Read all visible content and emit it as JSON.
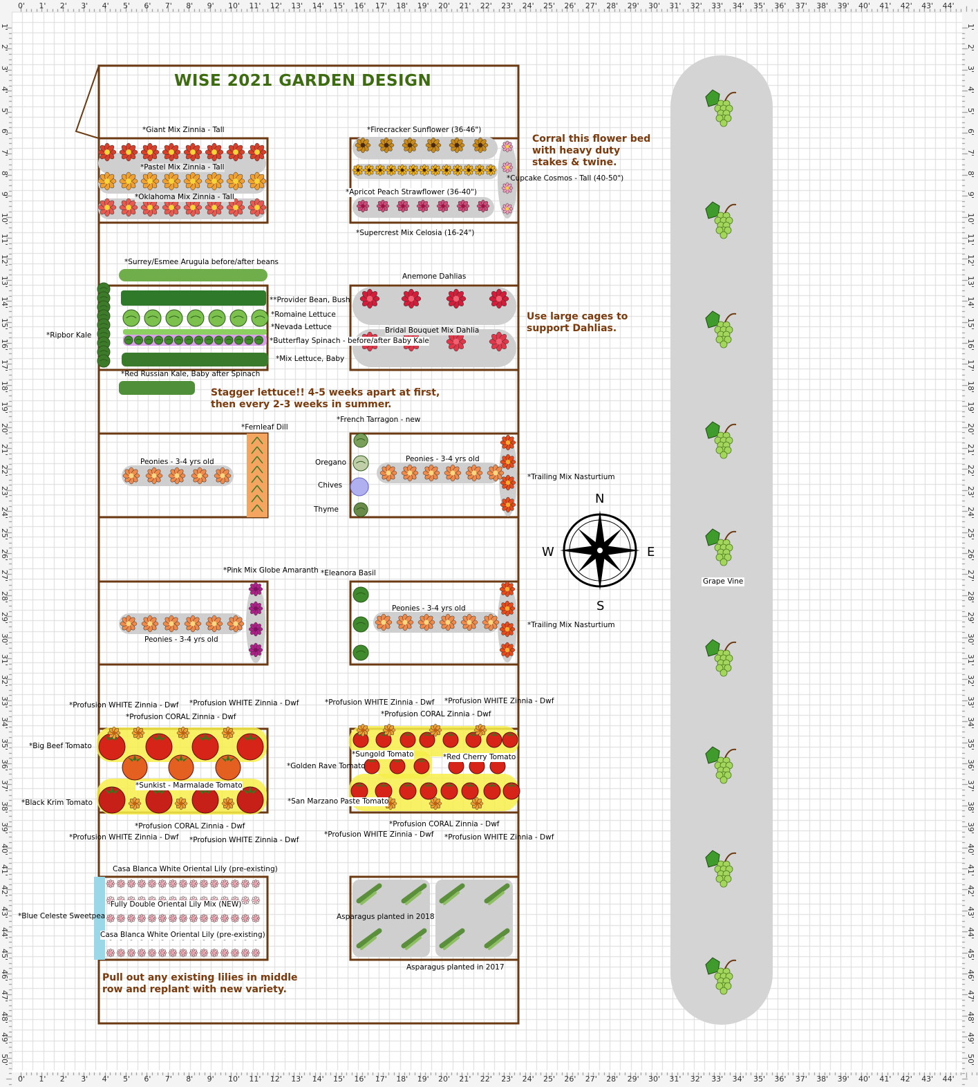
{
  "title": "WISE 2021 GARDEN DESIGN",
  "ruler": {
    "top": [
      "0'",
      "1'",
      "2'",
      "3'",
      "4'",
      "5'",
      "6'",
      "7'",
      "8'",
      "9'",
      "10'",
      "11'",
      "12'",
      "13'",
      "14'",
      "15'",
      "16'",
      "17'",
      "18'",
      "19'",
      "20'",
      "21'",
      "22'",
      "23'",
      "24'",
      "25'",
      "26'",
      "27'",
      "28'",
      "29'",
      "30'",
      "31'",
      "32'",
      "33'",
      "34'",
      "35'",
      "36'",
      "37'",
      "38'",
      "39'",
      "40'",
      "41'",
      "42'",
      "43'",
      "44'"
    ],
    "side": [
      "1'",
      "2'",
      "3'",
      "4'",
      "5'",
      "6'",
      "7'",
      "8'",
      "9'",
      "10'",
      "11'",
      "12'",
      "13'",
      "14'",
      "15'",
      "16'",
      "17'",
      "18'",
      "19'",
      "20'",
      "21'",
      "22'",
      "23'",
      "24'",
      "25'",
      "26'",
      "27'",
      "28'",
      "29'",
      "30'",
      "31'",
      "32'",
      "33'",
      "34'",
      "35'",
      "36'",
      "37'",
      "38'",
      "39'",
      "40'",
      "41'",
      "42'",
      "43'",
      "44'",
      "45'",
      "46'",
      "47'",
      "48'",
      "49'",
      "50'"
    ]
  },
  "labels": {
    "giant_zinnia": "*Giant Mix Zinnia - Tall",
    "pastel_zinnia": "*Pastel Mix Zinnia - Tall",
    "oklahoma_zinnia": "*Oklahoma Mix Zinnia - Tall",
    "firecracker": "*Firecracker Sunflower (36-46\")",
    "cupcake": "*Cupcake Cosmos - Tall (40-50\")",
    "strawflower": "*Apricot Peach Strawflower (36-40\")",
    "celosia": "*Supercrest Mix Celosia (16-24\")",
    "arugula": "*Surrey/Esmee Arugula before/after beans",
    "provider": "**Provider Bean, Bush",
    "romaine": "*Romaine Lettuce",
    "nevada": "*Nevada Lettuce",
    "spinach": "*Butterflay Spinach - before/after Baby Kale",
    "mix_lettuce": "*Mix Lettuce, Baby",
    "red_kale": "*Red Russian Kale, Baby after Spinach",
    "ripbor": "*Ripbor Kale",
    "anemone": "Anemone Dahlias",
    "bridal": "Bridal Bouquet Mix Dahlia",
    "tarragon": "*French Tarragon - new",
    "fernleaf": "*Fernleaf Dill",
    "oregano": "Oregano",
    "chives": "Chives",
    "thyme": "Thyme",
    "peonies": "Peonies - 3-4 yrs old",
    "nasturtium": "*Trailing Mix Nasturtium",
    "amaranth": "*Pink Mix Globe Amaranth",
    "basil": "*Eleanora Basil",
    "white_zinnia": "*Profusion WHITE Zinnia - Dwf",
    "coral_zinnia": "*Profusion CORAL Zinnia - Dwf",
    "big_beef": "*Big Beef Tomato",
    "black_krim": "*Black Krim Tomato",
    "sunkist": "*Sunkist - Marmalade Tomato",
    "sungold": "*Sungold Tomato",
    "golden_rave": "*Golden Rave Tomato",
    "red_cherry": "*Red Cherry Tomato",
    "san_marzano": "*San Marzano Paste Tomato",
    "casa_blanca": "Casa Blanca White Oriental Lily (pre-existing)",
    "fully_double": "Fully Double Oriental Lily Mix (NEW)",
    "sweetpea": "*Blue Celeste Sweetpea",
    "asp_2018": "Asparagus planted in 2018",
    "asp_2017": "Asparagus planted in 2017",
    "grape": "Grape Vine"
  },
  "notes": {
    "corral": "Corral this flower bed\nwith heavy duty\nstakes & twine.",
    "cages": "Use large cages to\nsupport Dahlias.",
    "stagger": "Stagger lettuce!! 4-5 weeks apart at first,\nthen every 2-3 weeks in summer.",
    "lilies": "Pull out any existing lilies in middle\nrow and replant with new variety."
  },
  "compass": {
    "n": "N",
    "s": "S",
    "e": "E",
    "w": "W"
  },
  "colors": {
    "border": "#6b3a12",
    "note": "#7a3a0c",
    "title": "#3d6b10",
    "zinnia": "#d9402a",
    "sunflower": "#f2b21b",
    "dahlia": "#d21e3a",
    "tomato": "#d62418",
    "lettuce": "#59a63a",
    "lily": "#f4c8cf",
    "row": "#cfcfcf",
    "highlight": "#f7ee4a",
    "grid": "#dcdcdc"
  }
}
